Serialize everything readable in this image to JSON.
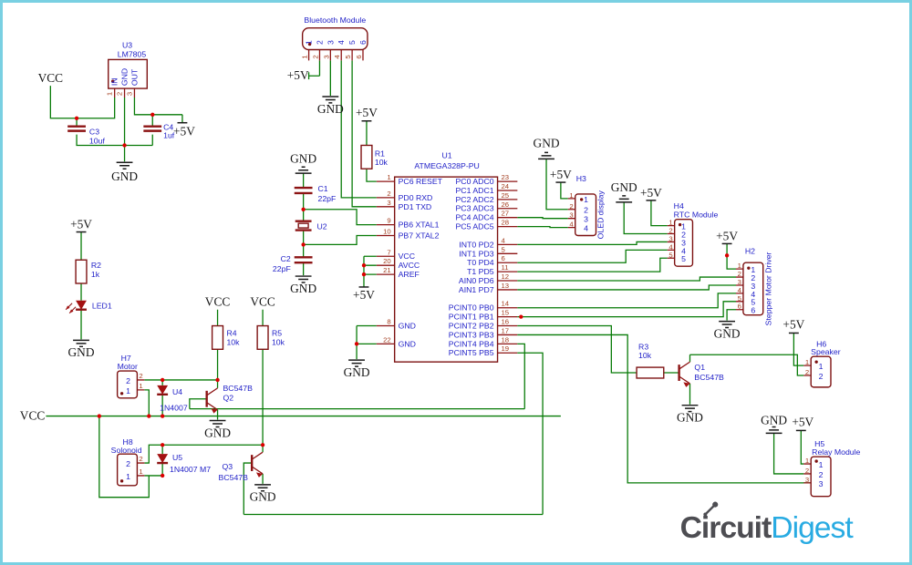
{
  "nets": {
    "vcc": "VCC",
    "p5v": "+5V",
    "gnd": "GND"
  },
  "parts": {
    "u3": {
      "name": "U3",
      "value": "LM7805",
      "pins": [
        "IN",
        "GND",
        "OUT"
      ],
      "nums": [
        "1",
        "2",
        "3"
      ]
    },
    "c3": {
      "name": "C3",
      "value": "10uf"
    },
    "c4": {
      "name": "C4",
      "value": "1uf"
    },
    "bt": {
      "title": "Bluetooth Module",
      "nums": [
        "1",
        "2",
        "3",
        "4",
        "5",
        "6"
      ]
    },
    "r1": {
      "name": "R1",
      "value": "10k"
    },
    "c1": {
      "name": "C1",
      "value": "22pF"
    },
    "u2": {
      "name": "U2"
    },
    "c2": {
      "name": "C2",
      "value": "22pF"
    },
    "u1": {
      "name": "U1",
      "value": "ATMEGA328P-PU",
      "left": [
        {
          "n": "1",
          "l": "PC6 RESET"
        },
        {
          "n": "2",
          "l": "PD0 RXD"
        },
        {
          "n": "3",
          "l": "PD1 TXD"
        },
        {
          "n": "9",
          "l": "PB6 XTAL1"
        },
        {
          "n": "10",
          "l": "PB7 XTAL2"
        },
        {
          "n": "7",
          "l": "VCC"
        },
        {
          "n": "20",
          "l": "AVCC"
        },
        {
          "n": "21",
          "l": "AREF"
        },
        {
          "n": "8",
          "l": "GND"
        },
        {
          "n": "22",
          "l": "GND"
        }
      ],
      "right": [
        {
          "n": "23",
          "l": "PC0 ADC0"
        },
        {
          "n": "24",
          "l": "PC1 ADC1"
        },
        {
          "n": "25",
          "l": "PC2 ADC2"
        },
        {
          "n": "26",
          "l": "PC3 ADC3"
        },
        {
          "n": "27",
          "l": "PC4 ADC4"
        },
        {
          "n": "28",
          "l": "PC5 ADC5"
        },
        {
          "n": "4",
          "l": "INT0 PD2"
        },
        {
          "n": "5",
          "l": "INT1 PD3"
        },
        {
          "n": "6",
          "l": "T0 PD4"
        },
        {
          "n": "11",
          "l": "T1 PD5"
        },
        {
          "n": "12",
          "l": "AIN0 PD6"
        },
        {
          "n": "13",
          "l": "AIN1 PD7"
        },
        {
          "n": "14",
          "l": "PCINT0 PB0"
        },
        {
          "n": "15",
          "l": "PCINT1 PB1"
        },
        {
          "n": "16",
          "l": "PCINT2 PB2"
        },
        {
          "n": "17",
          "l": "PCINT3 PB3"
        },
        {
          "n": "18",
          "l": "PCINT4 PB4"
        },
        {
          "n": "19",
          "l": "PCINT5 PB5"
        }
      ]
    },
    "h3": {
      "name": "H3",
      "value": "OLED display",
      "nums": [
        "1",
        "2",
        "3",
        "4"
      ]
    },
    "h4": {
      "name": "H4",
      "value": "RTC Module",
      "nums": [
        "1",
        "2",
        "3",
        "4",
        "5"
      ]
    },
    "h2": {
      "name": "H2",
      "value": "Stepper Motor Driver",
      "nums": [
        "1",
        "2",
        "3",
        "4",
        "5",
        "6"
      ]
    },
    "h6": {
      "name": "H6",
      "value": "Speaker",
      "nums": [
        "1",
        "2"
      ]
    },
    "h5": {
      "name": "H5",
      "value": "Relay Module",
      "nums": [
        "1",
        "2",
        "3"
      ]
    },
    "h7": {
      "name": "H7",
      "value": "Motor",
      "nums": [
        "2",
        "1"
      ]
    },
    "h8": {
      "name": "H8",
      "value": "Solonoid",
      "nums": [
        "2",
        "1"
      ]
    },
    "r2": {
      "name": "R2",
      "value": "1k"
    },
    "r3": {
      "name": "R3",
      "value": "10k"
    },
    "r4": {
      "name": "R4",
      "value": "10k"
    },
    "r5": {
      "name": "R5",
      "value": "10k"
    },
    "q1": {
      "name": "Q1",
      "value": "BC547B"
    },
    "q2": {
      "name": "Q2",
      "value": "BC547B"
    },
    "q3": {
      "name": "Q3",
      "value": "BC547B"
    },
    "u4": {
      "name": "U4",
      "value": "1N4007"
    },
    "u5": {
      "name": "U5",
      "value": "1N4007 M7"
    },
    "led1": {
      "name": "LED1"
    }
  },
  "colors": {
    "wire": "#067a06",
    "part": "#8c1313",
    "label": "#2222c8",
    "pin": "#a33c1e",
    "junction": "#db0000",
    "border": "#79d0e2"
  },
  "logo": {
    "part1": "Circuit",
    "part2": "Digest",
    "color1": "#4d4d52",
    "color2": "#29abe2"
  }
}
